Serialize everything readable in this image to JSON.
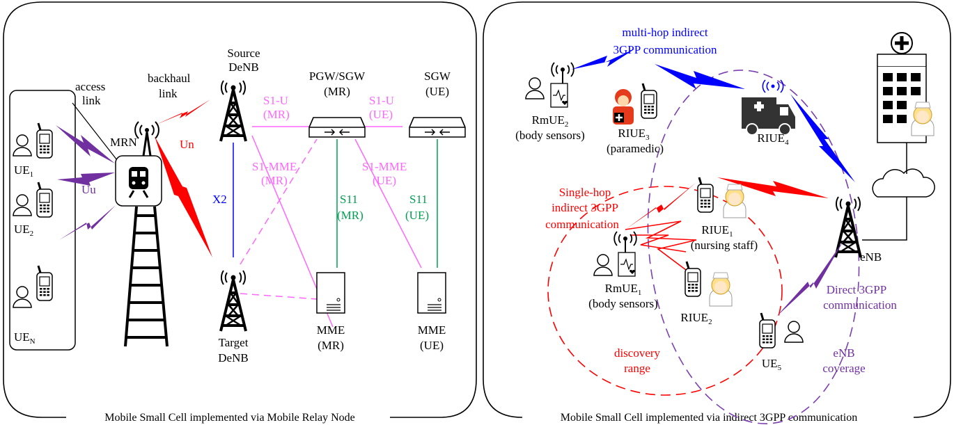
{
  "left_panel": {
    "caption": "Mobile Small Cell implemented via Mobile Relay Node",
    "labels": {
      "access_link_1": "access",
      "access_link_2": "link",
      "backhaul_1": "backhaul",
      "backhaul_2": "link",
      "source_denb_1": "Source",
      "source_denb_2": "DeNB",
      "target_denb_1": "Target",
      "target_denb_2": "DeNB",
      "pgw_sgw_1": "PGW/SGW",
      "pgw_sgw_2": "(MR)",
      "sgw_1": "SGW",
      "sgw_2": "(UE)",
      "mme_mr_1": "MME",
      "mme_mr_2": "(MR)",
      "mme_ue_1": "MME",
      "mme_ue_2": "(UE)",
      "mrn": "MRN",
      "un": "Un",
      "uu": "Uu",
      "x2": "X2",
      "s1u_mr_1": "S1-U",
      "s1u_mr_2": "(MR)",
      "s1u_ue_1": "S1-U",
      "s1u_ue_2": "(UE)",
      "s1mme_mr_1": "S1-MME",
      "s1mme_mr_2": "(MR)",
      "s1mme_ue_1": "S1-MME",
      "s1mme_ue_2": "(UE)",
      "s11_mr_1": "S11",
      "s11_mr_2": "(MR)",
      "s11_ue_1": "S11",
      "s11_ue_2": "(UE)",
      "ue1": "UE",
      "ue1_sub": "1",
      "ue2": "UE",
      "ue2_sub": "2",
      "uen": "UE",
      "uen_sub": "N"
    }
  },
  "right_panel": {
    "caption": "Mobile Small Cell implemented via indirect 3GPP communication",
    "labels": {
      "multihop_1": "multi-hop indirect",
      "multihop_2": "3GPP communication",
      "rmue2": "RmUE",
      "rmue2_sub": "2",
      "rmue2_desc": "(body sensors)",
      "riue3": "RIUE",
      "riue3_sub": "3",
      "riue3_desc": "(paramedic)",
      "riue4": "RIUE",
      "riue4_sub": "4",
      "singlehop_1": "Single-hop",
      "singlehop_2": "indirect 3GPP",
      "singlehop_3": "communication",
      "riue1": "RIUE",
      "riue1_sub": "1",
      "riue1_desc": "(nursing staff)",
      "rmue1": "RmUE",
      "rmue1_sub": "1",
      "rmue1_desc": "(body sensors)",
      "riue2": "RIUE",
      "riue2_sub": "2",
      "enb": "eNB",
      "direct_1": "Direct 3GPP",
      "direct_2": "communication",
      "ue5": "UE",
      "ue5_sub": "5",
      "discovery_1": "discovery",
      "discovery_2": "range",
      "coverage_1": "eNB",
      "coverage_2": "coverage"
    }
  },
  "colors": {
    "red": "#ff0000",
    "blue": "#0000ff",
    "purple": "#7030a0",
    "pink": "#ff66ff",
    "green": "#00a050",
    "lilac": "#7b3fb0"
  },
  "icons": [
    "phone-icon",
    "person-icon",
    "train-icon",
    "tower-icon",
    "router-icon",
    "server-icon",
    "ambulance-icon",
    "hospital-icon",
    "cloud-icon",
    "doctor-icon",
    "nurse-icon",
    "paramedic-icon",
    "sensor-icon",
    "antenna-icon"
  ]
}
